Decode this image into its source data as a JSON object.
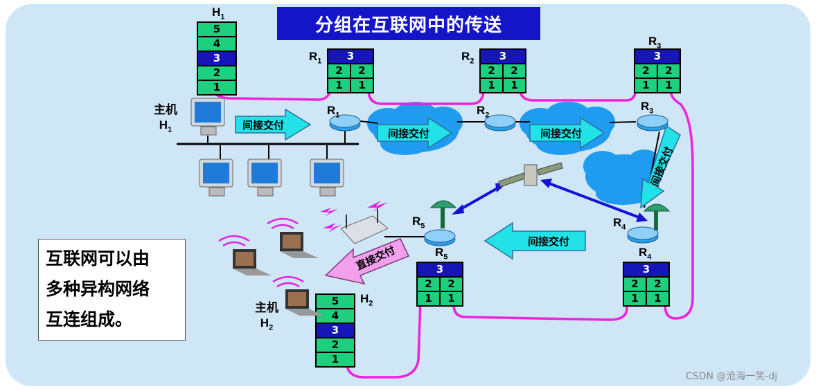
{
  "title": "分组在互联网中的传送",
  "host1": {
    "label": "H",
    "sub": "1",
    "layers": [
      "5",
      "4",
      "3",
      "2",
      "1"
    ]
  },
  "host2": {
    "label": "H",
    "sub": "2",
    "layers": [
      "5",
      "4",
      "3",
      "2",
      "1"
    ]
  },
  "host1_caption": {
    "line1": "主机",
    "line2": "H",
    "sub": "1"
  },
  "host2_caption": {
    "line1": "主机",
    "line2": "H",
    "sub": "2"
  },
  "router_stack_layers": {
    "top": "3",
    "mid": "2",
    "bottom": "1"
  },
  "routers": [
    {
      "label": "R",
      "sub": "1"
    },
    {
      "label": "R",
      "sub": "2"
    },
    {
      "label": "R",
      "sub": "3"
    },
    {
      "label": "R",
      "sub": "4"
    },
    {
      "label": "R",
      "sub": "5"
    }
  ],
  "arrows": {
    "indirect": "间接交付",
    "direct": "直接交付"
  },
  "note": {
    "line1": "互联网可以由",
    "line2": "多种异构网络",
    "line3": "互连组成。"
  },
  "watermark": "CSDN @沧海一笑-dj",
  "colors": {
    "panel": "#cfe6f7",
    "title_bg": "#1515c8",
    "layer_green": "#1ecf7e",
    "layer_blue": "#1616b8",
    "path": "#ee22dd",
    "arrow_cyan": "#22e2e8",
    "arrow_pink": "#f2a0ec"
  }
}
